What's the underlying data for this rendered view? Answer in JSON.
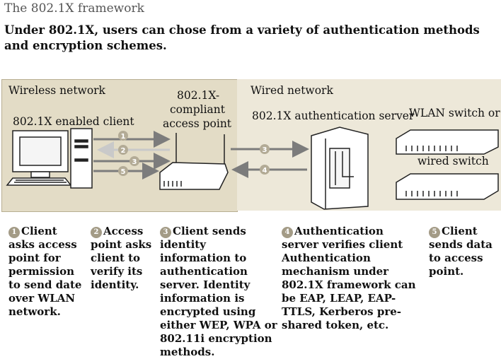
{
  "title": "The 802.1X framework",
  "subtitle": "Under 802.1X, users can chose from a variety of authentication methods and encryption schemes.",
  "wireless_label": "Wireless network",
  "wired_label": "Wired network",
  "client_label": "802.1X enabled client",
  "ap_label_1": "802.1X-",
  "ap_label_2": "compliant",
  "ap_label_3": "access point",
  "server_label": "802.1X authentication server",
  "switch_label_1": "WLAN switch or",
  "switch_label_2": "wired switch",
  "arrow_numbers": [
    "1",
    "2",
    "3",
    "5",
    "3",
    "4"
  ],
  "steps": [
    {
      "num": "1",
      "text": "Client asks access point for permission to send date over WLAN network."
    },
    {
      "num": "2",
      "text": "Access point asks client to verify its identity."
    },
    {
      "num": "3",
      "text": "Client sends identity information to authentication server. Identity information is encrypted using either WEP, WPA or 802.11i encryption methods."
    },
    {
      "num": "4",
      "text": "Authentication server verifies client Authentication mechanism under 802.1X framework can be EAP, LEAP, EAP-TTLS, Kerberos pre-shared token, etc."
    },
    {
      "num": "5",
      "text": "Client sends data to access point."
    }
  ]
}
